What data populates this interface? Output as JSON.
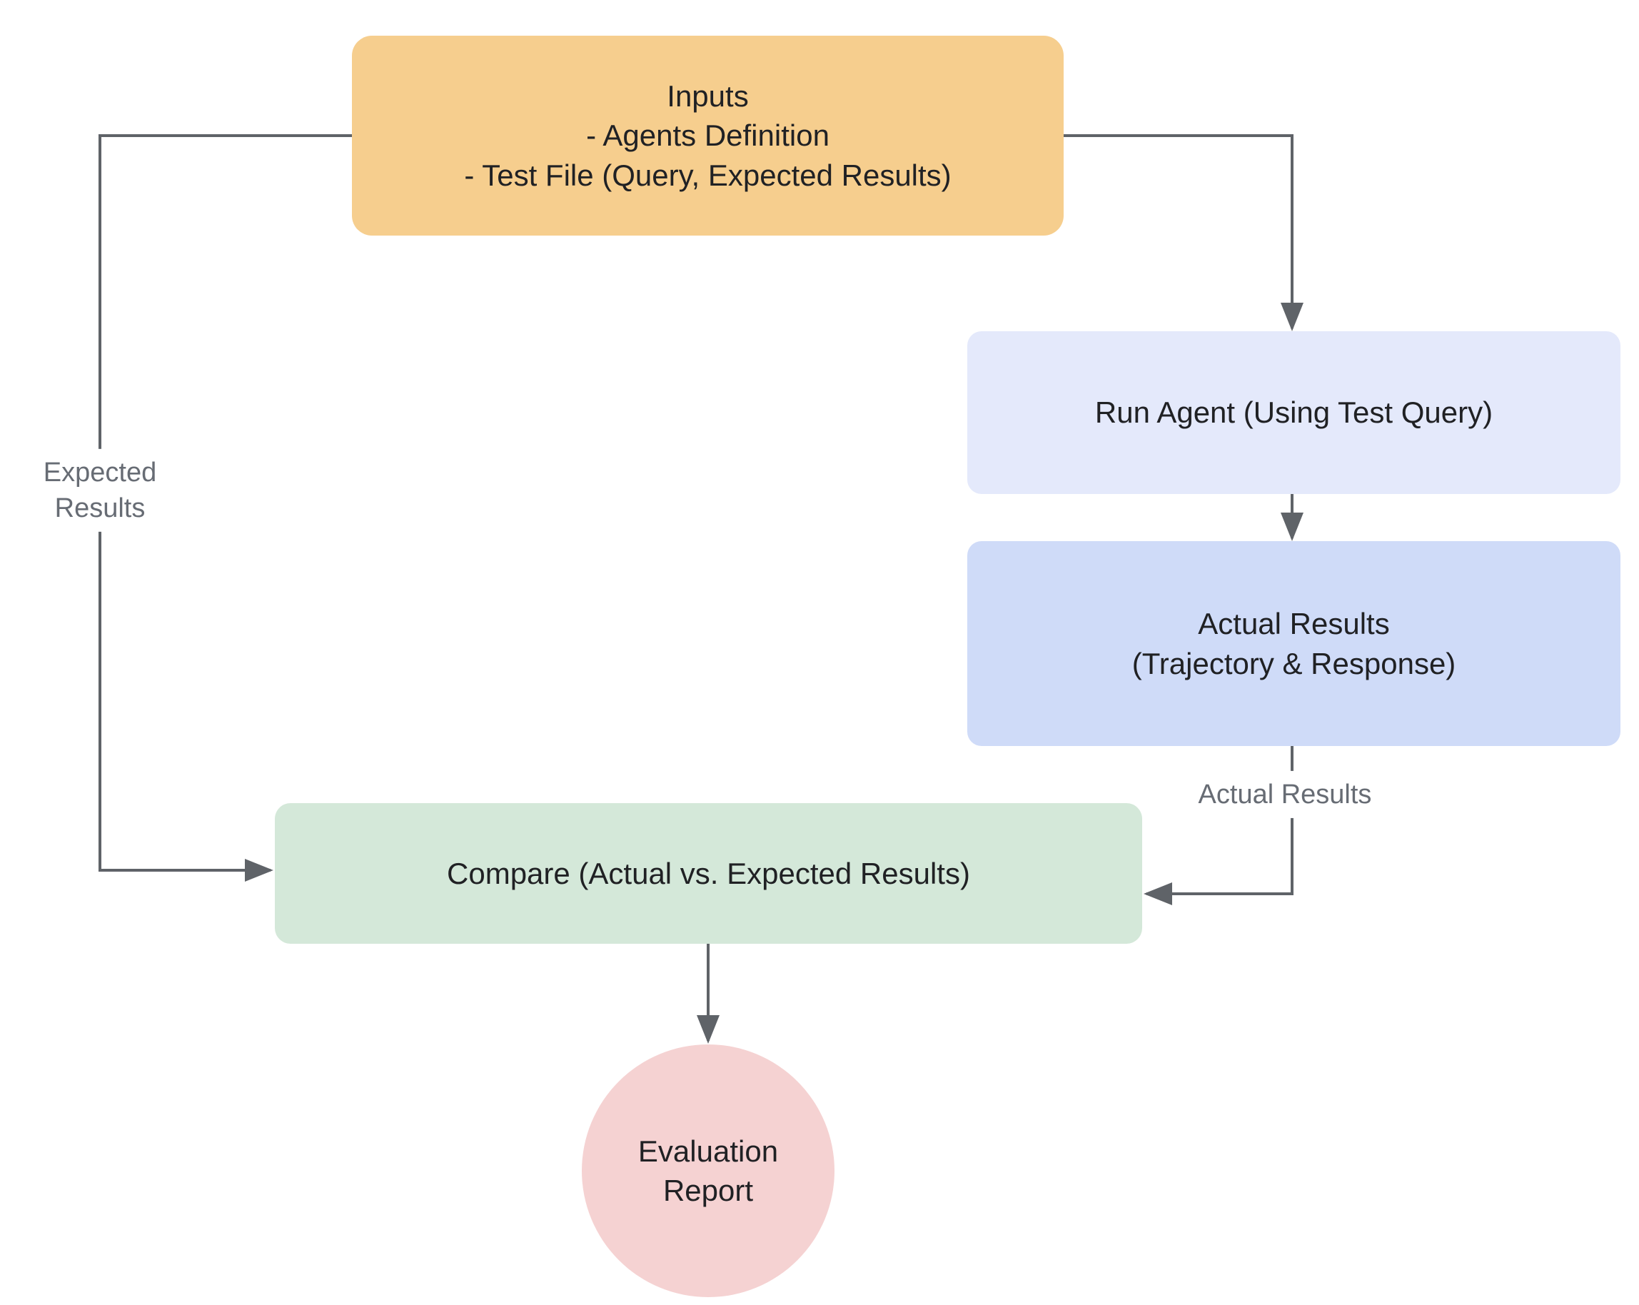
{
  "diagram": {
    "title_hint": "Agent evaluation flowchart",
    "nodes": {
      "inputs": {
        "lines": [
          "Inputs",
          "- Agents Definition",
          "- Test File (Query, Expected Results)"
        ],
        "fill": "#F6CE8E"
      },
      "run_agent": {
        "label": "Run Agent (Using Test Query)",
        "fill": "#E4E9FB"
      },
      "actual_results": {
        "lines": [
          "Actual Results",
          "(Trajectory & Response)"
        ],
        "fill": "#CFDBF8"
      },
      "compare": {
        "label": "Compare (Actual vs. Expected Results)",
        "fill": "#D4E8D9"
      },
      "evaluation_report": {
        "lines": [
          "Evaluation",
          "Report"
        ],
        "fill": "#F5D2D2"
      }
    },
    "edge_labels": {
      "expected_results": {
        "lines": [
          "Expected",
          "Results"
        ]
      },
      "actual_results": {
        "label": "Actual Results"
      }
    },
    "colors": {
      "connector": "#5F6368",
      "node_text": "#202124",
      "edge_label_text": "#676C74",
      "background": "#FFFFFF"
    }
  }
}
